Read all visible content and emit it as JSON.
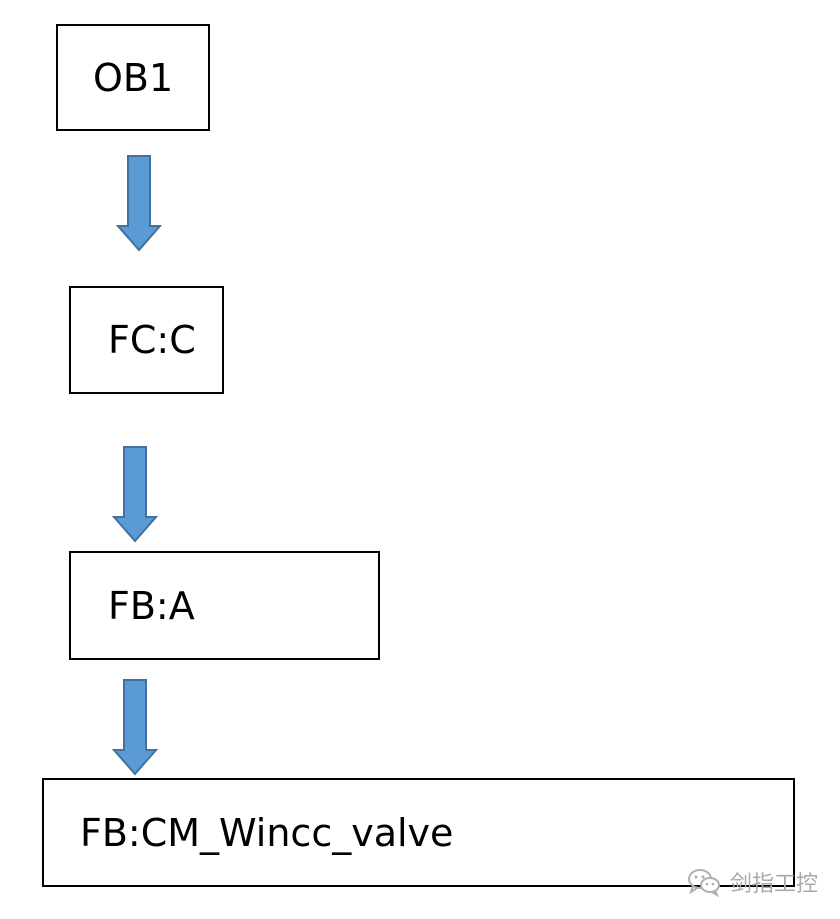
{
  "diagram": {
    "nodes": [
      {
        "id": "ob1",
        "label": "OB1"
      },
      {
        "id": "fcc",
        "label": "FC:C"
      },
      {
        "id": "fba",
        "label": "FB:A"
      },
      {
        "id": "fbcm",
        "label": "FB:CM_Wincc_valve"
      }
    ],
    "edges": [
      {
        "from": "ob1",
        "to": "fcc"
      },
      {
        "from": "fcc",
        "to": "fba"
      },
      {
        "from": "fba",
        "to": "fbcm"
      }
    ],
    "arrow_color": "#5b9bd5",
    "arrow_outline_color": "#41719c"
  },
  "watermark": {
    "text": "剑指工控",
    "icon": "wechat-icon"
  }
}
